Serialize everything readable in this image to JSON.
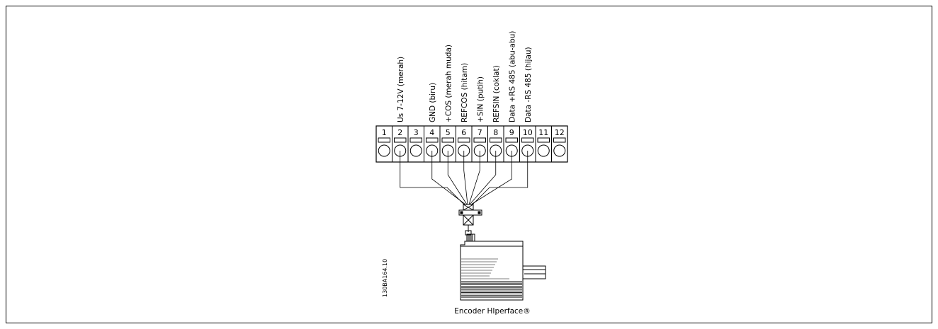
{
  "figure_code": "130BA164.10",
  "encoder_label": "Encoder HIperface®",
  "terminals": [
    {
      "num": "1",
      "label": ""
    },
    {
      "num": "2",
      "label": "Us 7-12V (merah)"
    },
    {
      "num": "3",
      "label": ""
    },
    {
      "num": "4",
      "label": "GND (biru)"
    },
    {
      "num": "5",
      "label": "+COS (merah muda)"
    },
    {
      "num": "6",
      "label": "REFCOS (hitam)"
    },
    {
      "num": "7",
      "label": "+SIN (putih)"
    },
    {
      "num": "8",
      "label": "REFSIN (coklat)"
    },
    {
      "num": "9",
      "label": "Data +RS 485 (abu-abu)"
    },
    {
      "num": "10",
      "label": "Data -RS 485 (hijau)"
    },
    {
      "num": "11",
      "label": ""
    },
    {
      "num": "12",
      "label": ""
    }
  ]
}
